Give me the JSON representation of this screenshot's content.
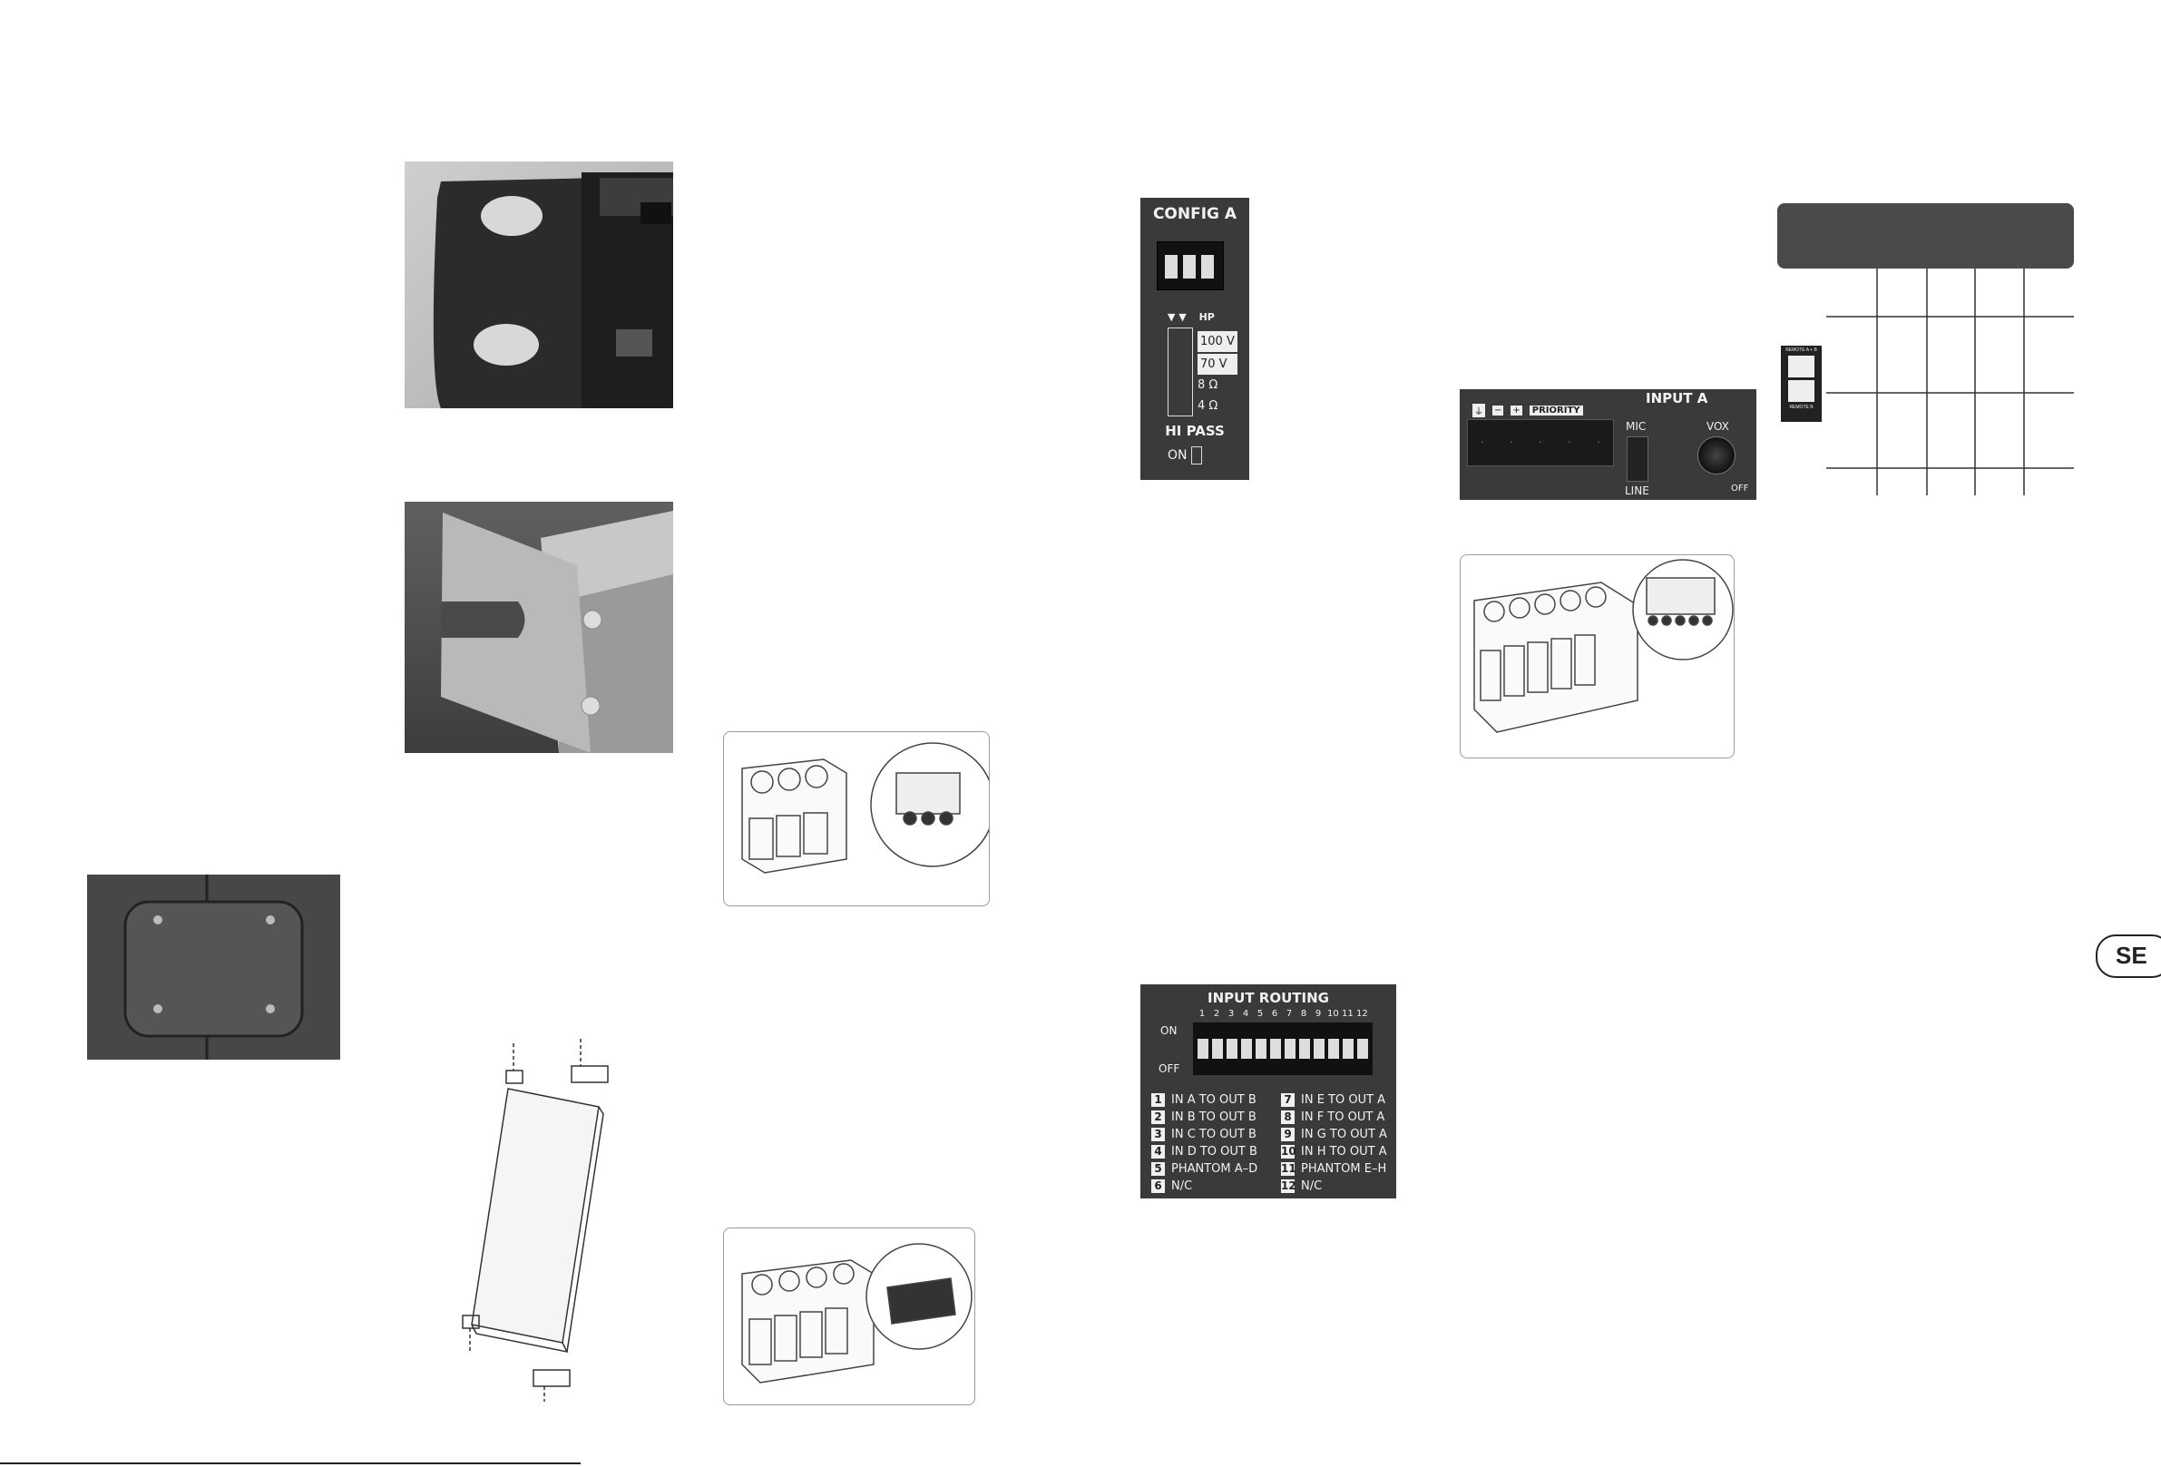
{
  "config": {
    "title": "CONFIG A",
    "hp_label": "HP",
    "arrows": "▼ ▼",
    "opt1": "100 V",
    "opt2": "70 V",
    "opt3": "8 Ω",
    "opt4": "4 Ω",
    "hipass": "HI PASS",
    "on": "ON"
  },
  "routing": {
    "title": "INPUT ROUTING",
    "numbers": [
      "1",
      "2",
      "3",
      "4",
      "5",
      "6",
      "7",
      "8",
      "9",
      "10",
      "11",
      "12"
    ],
    "on_label": "ON",
    "off_label": "OFF",
    "left": [
      {
        "n": "1",
        "t": "IN A TO OUT B"
      },
      {
        "n": "2",
        "t": "IN B TO OUT B"
      },
      {
        "n": "3",
        "t": "IN C TO OUT B"
      },
      {
        "n": "4",
        "t": "IN D TO OUT B"
      },
      {
        "n": "5",
        "t": "PHANTOM A–D"
      },
      {
        "n": "6",
        "t": "N/C"
      }
    ],
    "right": [
      {
        "n": "7",
        "t": "IN E TO OUT A"
      },
      {
        "n": "8",
        "t": "IN F TO OUT A"
      },
      {
        "n": "9",
        "t": "IN G TO OUT A"
      },
      {
        "n": "10",
        "t": "IN H TO OUT A"
      },
      {
        "n": "11",
        "t": "PHANTOM E–H"
      },
      {
        "n": "12",
        "t": "N/C"
      }
    ]
  },
  "input_panel": {
    "title": "INPUT A",
    "priority": "PRIORITY",
    "mic": "MIC",
    "line": "LINE",
    "vox": "VOX",
    "off": "OFF"
  },
  "remote": {
    "top": "REMOTE A + B",
    "bottom": "REMOTE B"
  },
  "page_tab": "SE"
}
